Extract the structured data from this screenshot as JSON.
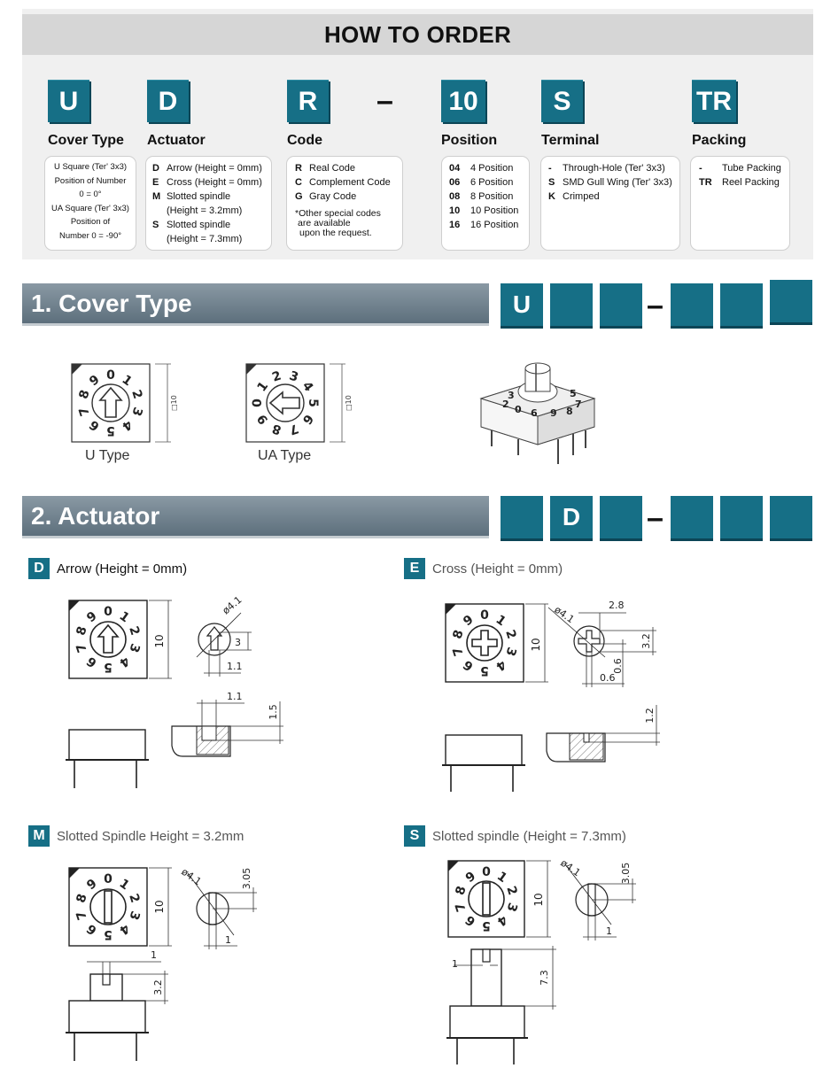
{
  "order": {
    "title": "HOW TO ORDER",
    "dash": "–",
    "columns": {
      "cover": {
        "code": "U",
        "title": "Cover Type",
        "lines": [
          "U  Square (Ter' 3x3)",
          "Position of Number",
          "0 = 0°",
          "UA  Square  (Ter' 3x3)",
          "Position of",
          "Number 0 = -90°"
        ]
      },
      "actuator": {
        "code": "D",
        "title": "Actuator",
        "items": [
          {
            "k": "D",
            "v": "Arrow (Height = 0mm)"
          },
          {
            "k": "E",
            "v": "Cross (Height = 0mm)"
          },
          {
            "k": "M",
            "v": "Slotted spindle"
          },
          {
            "k": "",
            "v": "(Height = 3.2mm)"
          },
          {
            "k": "S",
            "v": "Slotted spindle"
          },
          {
            "k": "",
            "v": "(Height = 7.3mm)"
          }
        ]
      },
      "code": {
        "code": "R",
        "title": "Code",
        "items": [
          {
            "k": "R",
            "v": "Real Code"
          },
          {
            "k": "C",
            "v": "Complement Code"
          },
          {
            "k": "G",
            "v": "Gray Code"
          }
        ],
        "note": [
          "*Other special codes",
          "are available",
          "upon the request."
        ]
      },
      "position": {
        "code": "10",
        "title": "Position",
        "items": [
          {
            "k": "04",
            "v": "4 Position"
          },
          {
            "k": "06",
            "v": "6 Position"
          },
          {
            "k": "08",
            "v": "8 Position"
          },
          {
            "k": "10",
            "v": "10 Position"
          },
          {
            "k": "16",
            "v": "16 Position"
          }
        ]
      },
      "terminal": {
        "code": "S",
        "title": "Terminal",
        "items": [
          {
            "k": "-",
            "v": "Through-Hole (Ter' 3x3)"
          },
          {
            "k": "S",
            "v": "SMD Gull Wing (Ter' 3x3)"
          },
          {
            "k": "K",
            "v": "Crimped"
          }
        ]
      },
      "packing": {
        "code": "TR",
        "title": "Packing",
        "items": [
          {
            "k": "-",
            "v": "Tube Packing"
          },
          {
            "k": "TR",
            "v": "Reel Packing"
          }
        ]
      }
    }
  },
  "cover_section": {
    "title": "1. Cover Type",
    "highlight": "U",
    "dash": "–",
    "u_label": "U Type",
    "ua_label": "UA Type",
    "dim": "□10"
  },
  "actuator_section": {
    "title": "2. Actuator",
    "highlight": "D",
    "dash": "–",
    "d": {
      "badge": "D",
      "label": "Arrow (Height = 0mm)"
    },
    "e": {
      "badge": "E",
      "label": "Cross (Height = 0mm)"
    },
    "m": {
      "badge": "M",
      "label": "Slotted Spindle Height = 3.2mm"
    },
    "s": {
      "badge": "S",
      "label": "Slotted spindle (Height = 7.3mm)"
    }
  },
  "dims": {
    "ten": "10",
    "dia": "ø4.1",
    "three": "3",
    "one_one": "1.1",
    "one_five": "1.5",
    "two_eight": "2.8",
    "three_two": "3.2",
    "zero_six": "0.6",
    "one_two": "1.2",
    "three_zero_five": "3.05",
    "one": "1",
    "seven_three": "7.3"
  },
  "dial_digits": [
    "0",
    "1",
    "2",
    "3",
    "4",
    "5",
    "6",
    "7",
    "8",
    "9"
  ],
  "colors": {
    "accent": "#166f86",
    "bar": "#6c7d8a"
  }
}
